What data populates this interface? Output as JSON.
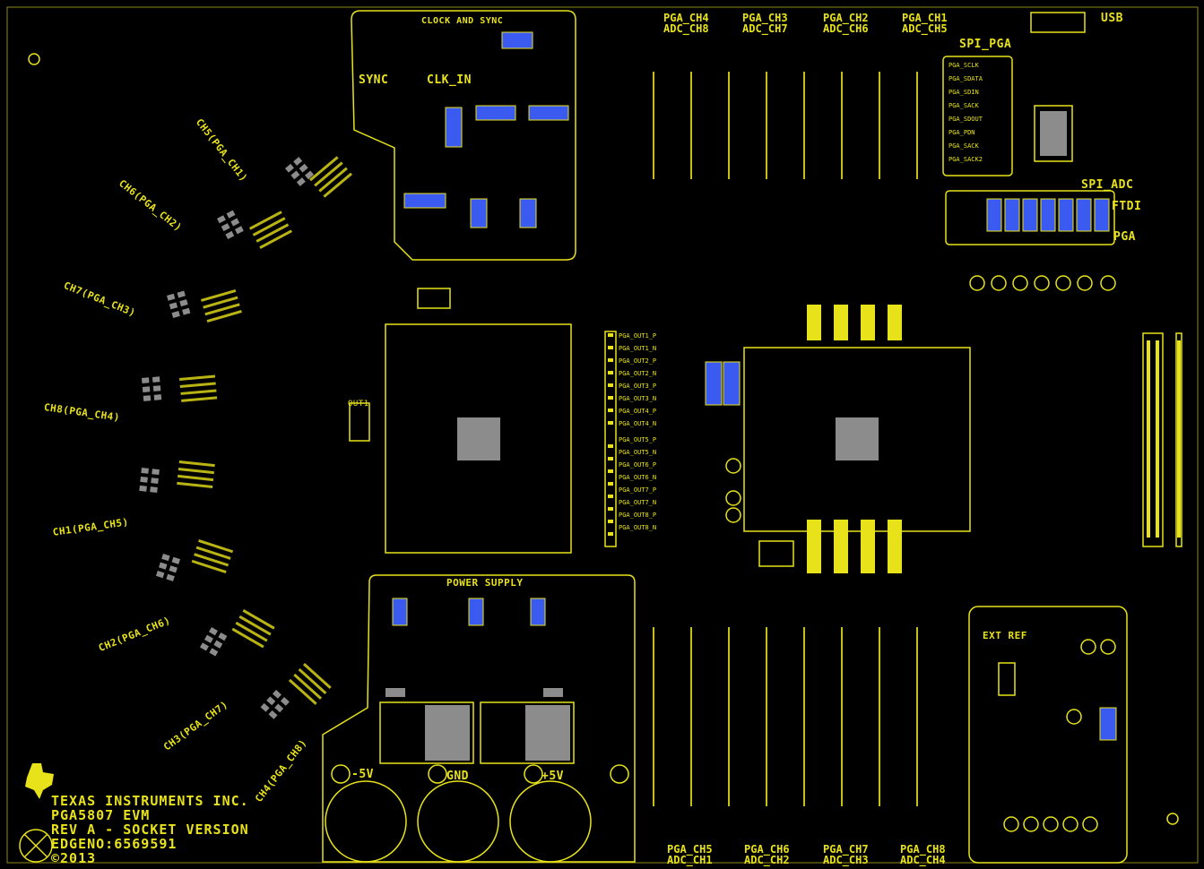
{
  "regions": {
    "clock": "CLOCK AND SYNC",
    "sync": "SYNC",
    "clk_in": "CLK_IN",
    "power_supply": "POWER SUPPLY",
    "ext_ref": "EXT REF",
    "spi_pga": "SPI_PGA",
    "spi_adc": "SPI_ADC",
    "ftdi": "FTDI",
    "pga": "PGA",
    "usb": "USB",
    "out1": "OUT1",
    "gnd": "GND",
    "neg5v": "-5V",
    "pos5v": "+5V"
  },
  "top_channels": [
    {
      "pga": "PGA_CH4",
      "adc": "ADC_CH8"
    },
    {
      "pga": "PGA_CH3",
      "adc": "ADC_CH7"
    },
    {
      "pga": "PGA_CH2",
      "adc": "ADC_CH6"
    },
    {
      "pga": "PGA_CH1",
      "adc": "ADC_CH5"
    }
  ],
  "bottom_channels": [
    {
      "pga": "PGA_CH5",
      "adc": "ADC_CH1"
    },
    {
      "pga": "PGA_CH6",
      "adc": "ADC_CH2"
    },
    {
      "pga": "PGA_CH7",
      "adc": "ADC_CH3"
    },
    {
      "pga": "PGA_CH8",
      "adc": "ADC_CH4"
    }
  ],
  "arc_channels": [
    "CH5(PGA_CH1)",
    "CH6(PGA_CH2)",
    "CH7(PGA_CH3)",
    "CH8(PGA_CH4)",
    "CH1(PGA_CH5)",
    "CH2(PGA_CH6)",
    "CH3(PGA_CH7)",
    "CH4(PGA_CH8)"
  ],
  "spi_pga_pins": [
    "PGA_SCLK",
    "PGA_SDATA",
    "PGA_SDIN",
    "PGA_SACK",
    "PGA_SDOUT",
    "PGA_PDN",
    "PGA_SACK",
    "PGA_SACK2"
  ],
  "pga_out_pins": [
    "PGA_OUT1_P",
    "PGA_OUT1_N",
    "PGA_OUT2_P",
    "PGA_OUT2_N",
    "PGA_OUT3_P",
    "PGA_OUT3_N",
    "PGA_OUT4_P",
    "PGA_OUT4_N",
    "PGA_OUT5_P",
    "PGA_OUT5_N",
    "PGA_OUT6_P",
    "PGA_OUT6_N",
    "PGA_OUT7_P",
    "PGA_OUT7_N",
    "PGA_OUT8_P",
    "PGA_OUT8_N"
  ],
  "silkscreen": {
    "company": "TEXAS INSTRUMENTS INC.",
    "board": "PGA5807 EVM",
    "rev": "REV A - SOCKET VERSION",
    "edge": "EDGENO:6569591",
    "year": "©2013"
  },
  "colors": {
    "background": "#000000",
    "silk": "#e8e21a",
    "jumper": "#3b5bf0",
    "pad": "#8c8c8c"
  }
}
